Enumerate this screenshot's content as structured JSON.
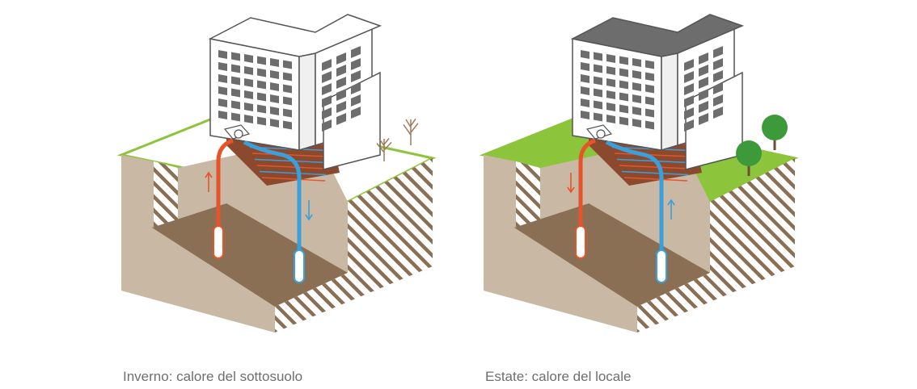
{
  "panels": [
    {
      "id": "winter",
      "caption": "Inverno: calore del sottosuolo",
      "roof_color": "#ffffff",
      "ground_top_color": "#ffffff",
      "ground_edge_color": "#8cc43c",
      "vegetation": "bare-trees-icon",
      "left_pipe_flow": "up",
      "right_pipe_flow": "down"
    },
    {
      "id": "summer",
      "caption": "Estate: calore del locale",
      "roof_color": "#6d6d6d",
      "ground_top_color": "#8cc43c",
      "ground_edge_color": "#8cc43c",
      "vegetation": "green-trees-icon",
      "left_pipe_flow": "down",
      "right_pipe_flow": "up"
    }
  ],
  "colors": {
    "soil_light": "#c9b8a3",
    "soil_dark": "#8b6f55",
    "soil_stripe": "#8b6f55",
    "floor_heating": "#8b4a2e",
    "hot_pipe": "#e8542a",
    "cold_pipe": "#3aa0dc",
    "building_window": "#6d6d6d"
  }
}
